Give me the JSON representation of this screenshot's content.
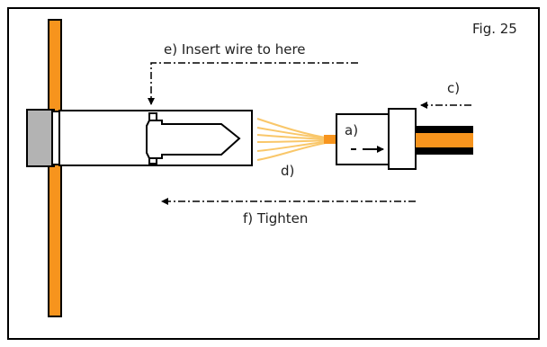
{
  "figure_label": "Fig. 25",
  "labels": {
    "a": "a)",
    "c": "c)",
    "d": "d)",
    "e": "e) Insert wire to here",
    "f": "f) Tighten"
  },
  "colors": {
    "orange": "#f7941d",
    "frame": "#000000",
    "grey": "#b3b3b3",
    "wire_fan": "#f9c76a"
  }
}
